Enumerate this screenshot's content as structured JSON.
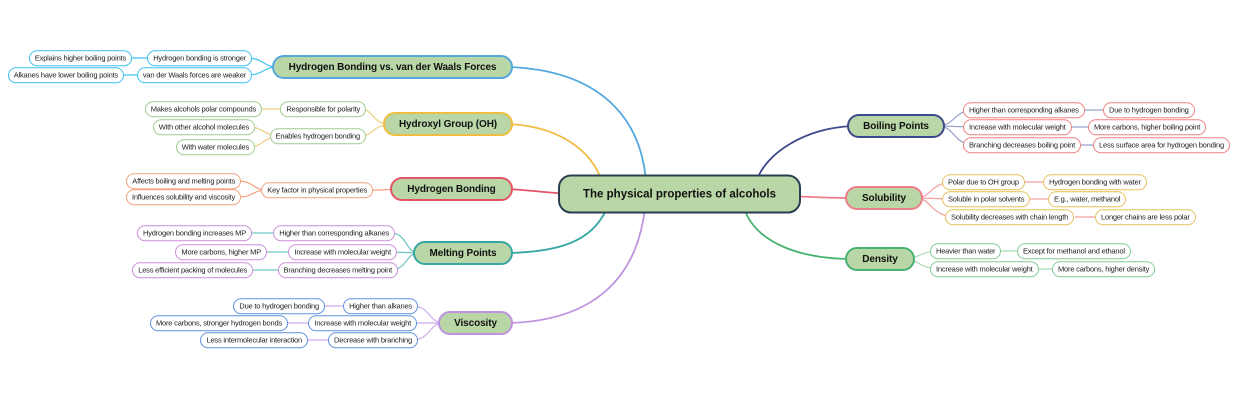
{
  "central_topic": {
    "label": "The physical properties of alcohols"
  },
  "colors": {
    "node_fill": "#b8d6a6",
    "central_border": "#2b3e52",
    "background": "#ffffff",
    "branch_lines": [
      "#54a8de",
      "#f1bc41",
      "#e25567",
      "#36a7a2",
      "#bf93e0",
      "#3c4a8c",
      "#ec7d89",
      "#48b271"
    ],
    "child_borders": [
      "#3fc0f0",
      "#9fcb90",
      "#f3a07e",
      "#cb8ed8",
      "#5f92de",
      "#ef8282",
      "#e5c25d",
      "#84ca94"
    ],
    "sub_connectors": [
      "#3fc0f0",
      "#eecf82",
      "#f3a07e",
      "#72c5c0",
      "#cfabe9",
      "#9aa2cc",
      "#f2a0a0",
      "#a8d9b4"
    ]
  },
  "branches": [
    {
      "label": "Hydrogen Bonding vs. van der Waals Forces",
      "side": "left",
      "children": [
        {
          "label": "Hydrogen bonding is stronger",
          "children": [
            {
              "label": "Explains higher boiling points"
            }
          ]
        },
        {
          "label": "van der Waals forces are weaker",
          "children": [
            {
              "label": "Alkanes have lower boiling points"
            }
          ]
        }
      ]
    },
    {
      "label": "Hydroxyl Group (OH)",
      "side": "left",
      "children": [
        {
          "label": "Responsible for polarity",
          "children": [
            {
              "label": "Makes alcohols polar compounds"
            }
          ]
        },
        {
          "label": "Enables hydrogen bonding",
          "children": [
            {
              "label": "With other alcohol molecules"
            },
            {
              "label": "With water molecules"
            }
          ]
        }
      ]
    },
    {
      "label": "Hydrogen Bonding",
      "side": "left",
      "children": [
        {
          "label": "Key factor in physical properties",
          "children": [
            {
              "label": "Affects boiling and melting points"
            },
            {
              "label": "Influences solubility and viscosity"
            }
          ]
        }
      ]
    },
    {
      "label": "Melting Points",
      "side": "left",
      "children": [
        {
          "label": "Higher than corresponding alkanes",
          "children": [
            {
              "label": "Hydrogen bonding increases MP"
            }
          ]
        },
        {
          "label": "Increase with molecular weight",
          "children": [
            {
              "label": "More carbons, higher MP"
            }
          ]
        },
        {
          "label": "Branching decreases melting point",
          "children": [
            {
              "label": "Less efficient packing of molecules"
            }
          ]
        }
      ]
    },
    {
      "label": "Viscosity",
      "side": "left",
      "children": [
        {
          "label": "Higher than alkanes",
          "children": [
            {
              "label": "Due to hydrogen bonding"
            }
          ]
        },
        {
          "label": "Increase with molecular weight",
          "children": [
            {
              "label": "More carbons, stronger hydrogen bonds"
            }
          ]
        },
        {
          "label": "Decrease with branching",
          "children": [
            {
              "label": "Less intermolecular interaction"
            }
          ]
        }
      ]
    },
    {
      "label": "Boiling Points",
      "side": "right",
      "children": [
        {
          "label": "Higher than corresponding alkanes",
          "children": [
            {
              "label": "Due to hydrogen bonding"
            }
          ]
        },
        {
          "label": "Increase with molecular weight",
          "children": [
            {
              "label": "More carbons, higher boiling point"
            }
          ]
        },
        {
          "label": "Branching decreases boiling point",
          "children": [
            {
              "label": "Less surface area for hydrogen bonding"
            }
          ]
        }
      ]
    },
    {
      "label": "Solubility",
      "side": "right",
      "children": [
        {
          "label": "Polar due to OH group",
          "children": [
            {
              "label": "Hydrogen bonding with water"
            }
          ]
        },
        {
          "label": "Soluble in polar solvents",
          "children": [
            {
              "label": "E.g., water, methanol"
            }
          ]
        },
        {
          "label": "Solubility decreases with chain length",
          "children": [
            {
              "label": "Longer chains are less polar"
            }
          ]
        }
      ]
    },
    {
      "label": "Density",
      "side": "right",
      "children": [
        {
          "label": "Heavier than water",
          "children": [
            {
              "label": "Except for methanol and ethanol"
            }
          ]
        },
        {
          "label": "Increase with molecular weight",
          "children": [
            {
              "label": "More carbons, higher density"
            }
          ]
        }
      ]
    }
  ]
}
